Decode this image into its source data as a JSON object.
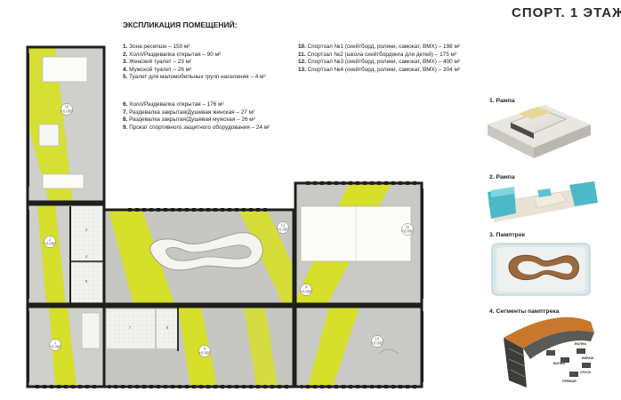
{
  "sheet_title": "СПОРТ. 1 ЭТАЖ",
  "legend": {
    "heading": "ЭКСПЛИКАЦИЯ ПОМЕЩЕНИЙ:",
    "items": [
      {
        "num": "1.",
        "text": "Зона ресепшн – 150 м²"
      },
      {
        "num": "2.",
        "text": "Холл/Раздевалка открытая – 90 м²"
      },
      {
        "num": "3.",
        "text": "Женский туалет – 23 м²"
      },
      {
        "num": "4.",
        "text": "Мужской туалет – 26 м²"
      },
      {
        "num": "5.",
        "text": "Туалет для маломобильных групп населения – 4 м²"
      },
      {
        "num": "6.",
        "text": "Холл/Раздевалка открытая – 176 м²"
      },
      {
        "num": "7.",
        "text": "Раздевалка закрытая/Душевая женская – 27 м²"
      },
      {
        "num": "8.",
        "text": "Раздевалка закрытая/Душевая мужская – 26 м²"
      },
      {
        "num": "9.",
        "text": "Прокат спортивного защитного оборудования – 24 м²"
      },
      {
        "num": "10.",
        "text": "Спортзал №1 (скейтборд, ролики, самокат, BMX) – 198 м²"
      },
      {
        "num": "11.",
        "text": "Спортзал №2 (школа скейтбординга для детей) – 175 м²"
      },
      {
        "num": "12.",
        "text": "Спортзал №3 (скейтборд, ролики, самокат, BMX) – 400 м²"
      },
      {
        "num": "13.",
        "text": "Спортзал №4 (скейтборд, ролики, самокат, BMX) – 304 м²"
      }
    ]
  },
  "illustrations": [
    {
      "label": "1. Рампа"
    },
    {
      "label": "2. Рампа"
    },
    {
      "label": "3. Памптрек"
    },
    {
      "label": "4. Сегменты памптрека"
    }
  ],
  "room_tags": [
    "10",
    "+0.000",
    "12",
    "+0.000",
    "11",
    "+0.000",
    "13",
    "+0.000",
    "6",
    "+0.000",
    "2",
    "+0.000",
    "1",
    "+0.000",
    "9",
    "+0.000",
    "3",
    "4",
    "5",
    "7",
    "8"
  ],
  "segment_callouts": [
    "ВОЛНА",
    "ВОЛНА",
    "ВИРАЖ",
    "СПУСК",
    "ПРЯМАЯ"
  ],
  "colors": {
    "accent": "#d6df2a",
    "floor": "#c9c9c6",
    "wall": "#1e1e1e",
    "ramp": "#e8e6df",
    "pool": "#5cc3cf"
  }
}
